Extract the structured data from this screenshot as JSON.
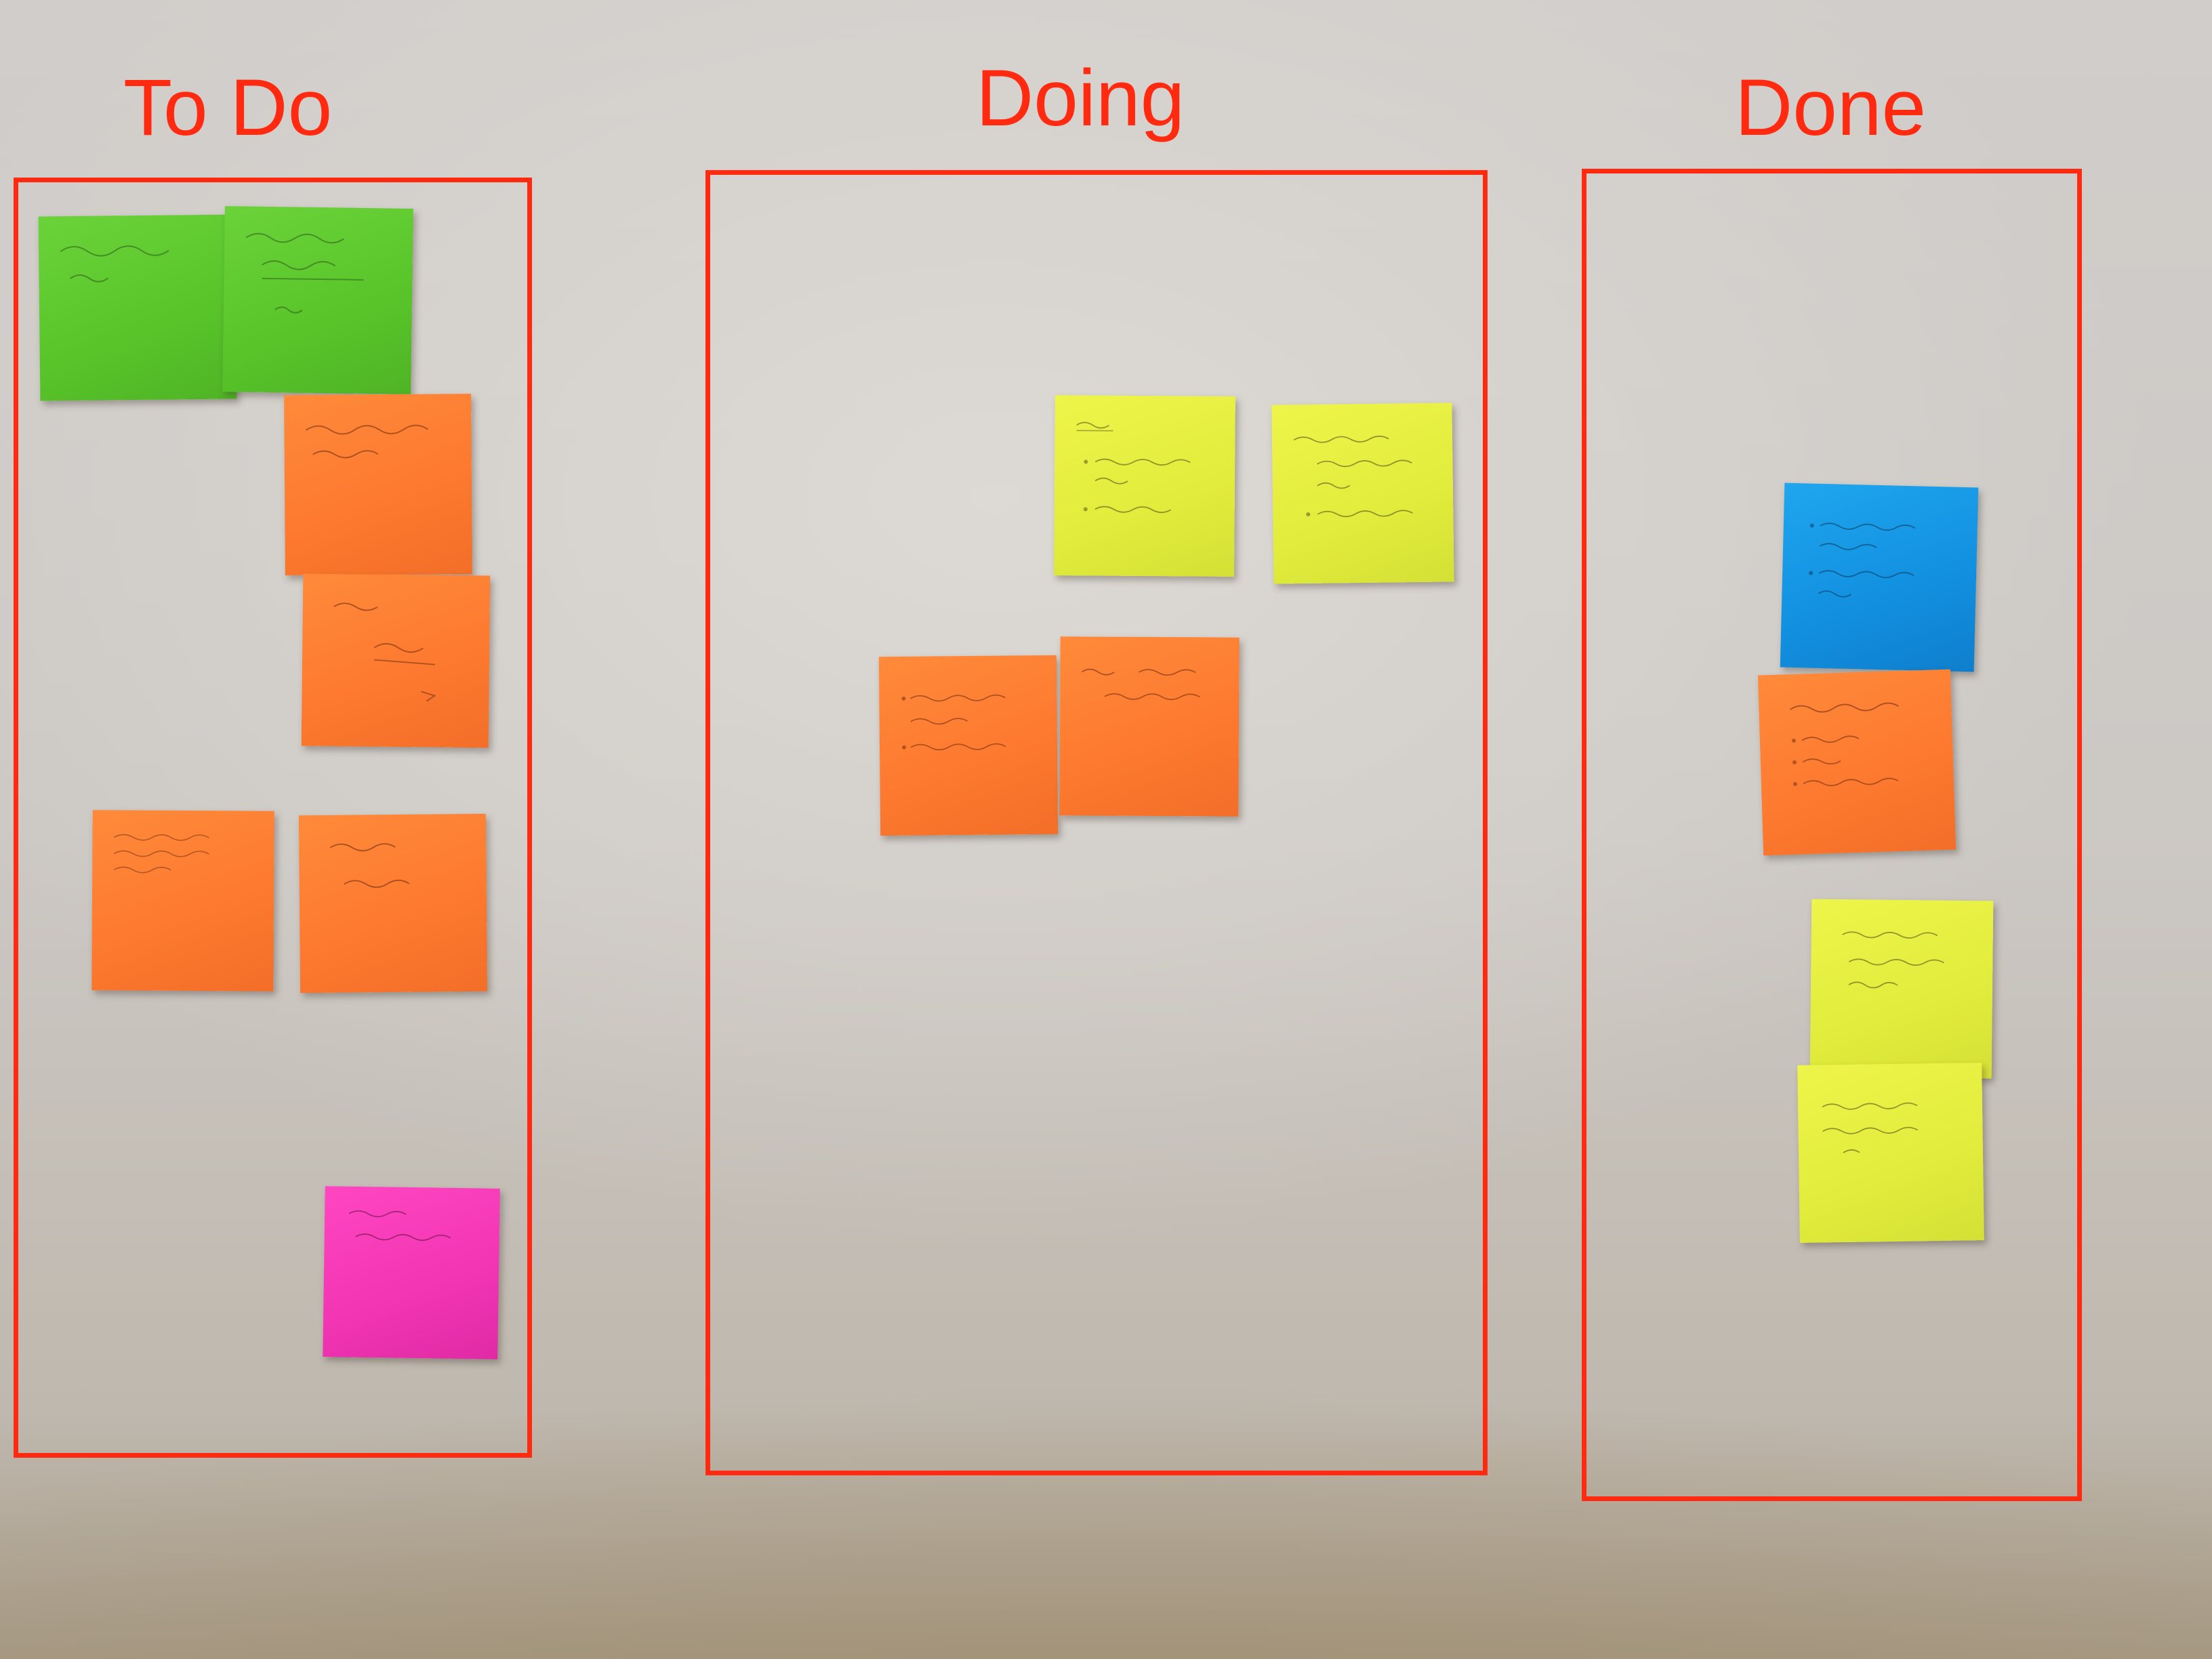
{
  "board": {
    "columns": [
      {
        "title": "To Do"
      },
      {
        "title": "Doing"
      },
      {
        "title": "Done"
      }
    ]
  },
  "colors": {
    "frame": "#ff2a0f",
    "heading": "#ff2a0f",
    "wall": "#ccc8c4",
    "note_green": "#58c42a",
    "note_orange": "#fd7a30",
    "note_yellow": "#e1ec3c",
    "note_blue": "#128fe0",
    "note_pink": "#f235b3"
  },
  "notes": {
    "todo": [
      {
        "color": "green"
      },
      {
        "color": "green"
      },
      {
        "color": "orange"
      },
      {
        "color": "orange"
      },
      {
        "color": "orange"
      },
      {
        "color": "orange"
      },
      {
        "color": "pink"
      }
    ],
    "doing": [
      {
        "color": "yellow"
      },
      {
        "color": "yellow"
      },
      {
        "color": "orange"
      },
      {
        "color": "orange"
      }
    ],
    "done": [
      {
        "color": "blue"
      },
      {
        "color": "orange"
      },
      {
        "color": "yellow"
      },
      {
        "color": "yellow"
      }
    ]
  }
}
